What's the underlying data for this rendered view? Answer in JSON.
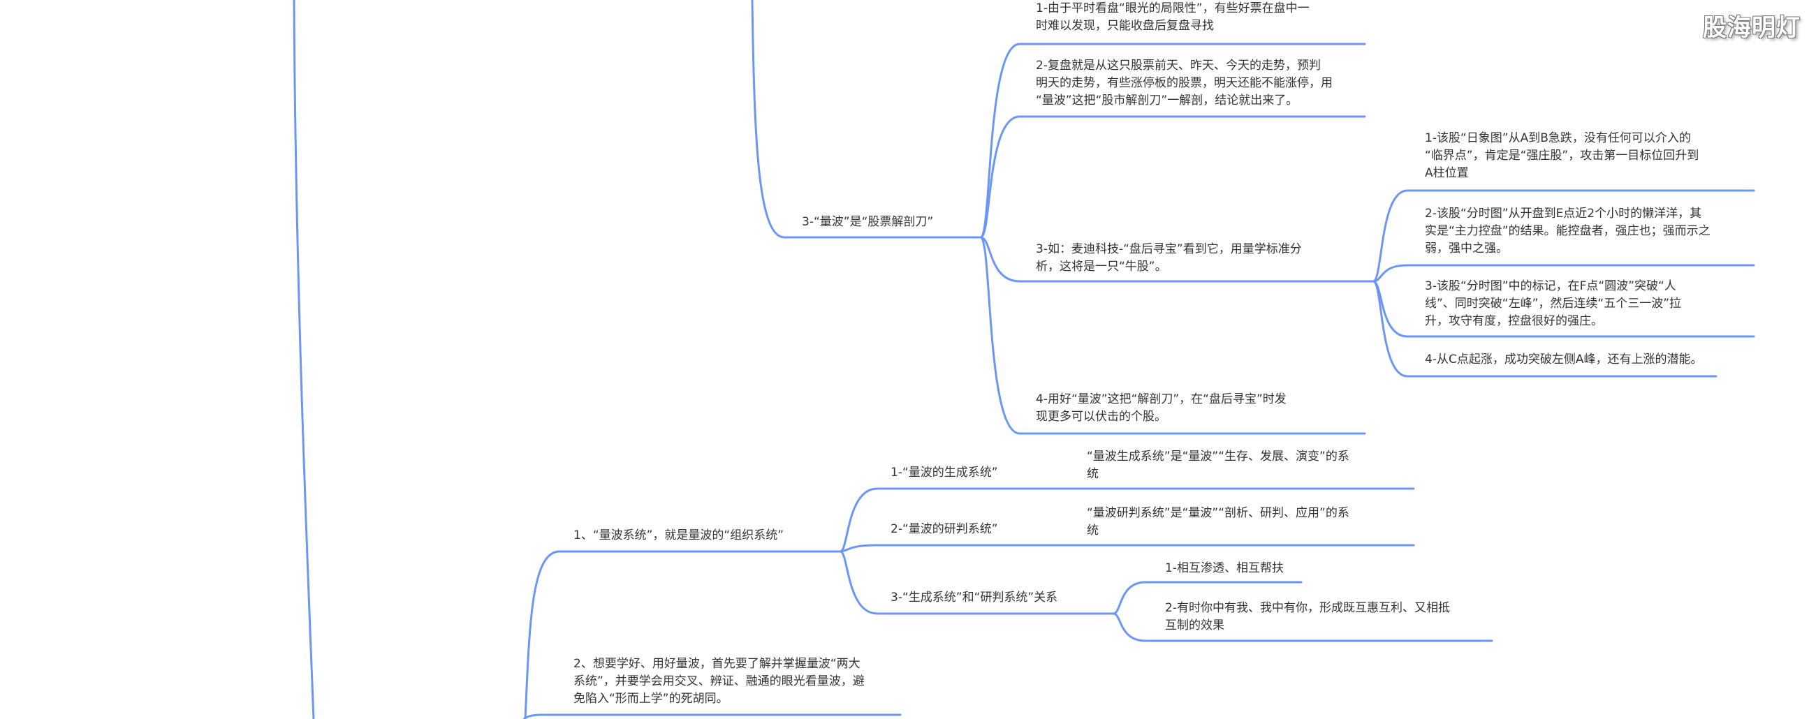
{
  "watermark": "股海明灯",
  "line_color": "#6b96f5",
  "branch_anatomy": {
    "title": "3-“量波”是“股票解剖刀”",
    "items": [
      {
        "lines": [
          "1-由于平时看盘“眼光的局限性”，有些好票在盘中一",
          "时难以发现，只能收盘后复盘寻找"
        ]
      },
      {
        "lines": [
          "2-复盘就是从这只股票前天、昨天、今天的走势，预判",
          "明天的走势，有些涨停板的股票，明天还能不能涨停，用",
          "“量波”这把“股市解剖刀”一解剖，结论就出来了。"
        ]
      },
      {
        "lines": [
          "3-如：麦迪科技-“盘后寻宝”看到它，用量学标准分",
          "析，这将是一只“牛股”。"
        ]
      },
      {
        "lines": [
          "4-用好“量波”这把“解剖刀”，在“盘后寻宝”时发",
          "现更多可以伏击的个股。"
        ]
      }
    ],
    "example_items": [
      {
        "lines": [
          "1-该股“日象图”从A到B急跌，没有任何可以介入的",
          "“临界点”，肯定是“强庄股”，攻击第一目标位回升到",
          "A柱位置"
        ]
      },
      {
        "lines": [
          "2-该股“分时图”从开盘到E点近2个小时的懒洋洋，其",
          "实是“主力控盘”的结果。能控盘者，强庄也；强而示之",
          "弱，强中之强。"
        ]
      },
      {
        "lines": [
          "3-该股“分时图”中的标记，在F点“圆波”突破“人",
          "线”、同时突破“左峰”，然后连续“五个三一波”拉",
          "升，攻守有度，控盘很好的强庄。"
        ]
      },
      {
        "lines": [
          "4-从C点起涨，成功突破左侧A峰，还有上涨的潜能。"
        ]
      }
    ]
  },
  "branch_system": {
    "title": "1、“量波系统”，就是量波的“组织系统”",
    "items": [
      {
        "label": "1-“量波的生成系统”",
        "detail": [
          "“量波生成系统”是“量波”“生存、发展、演变”的系",
          "统"
        ]
      },
      {
        "label": "2-“量波的研判系统”",
        "detail": [
          "“量波研判系统”是“量波”“剖析、研判、应用”的系",
          "统"
        ]
      },
      {
        "label": "3-“生成系统”和“研判系统”关系"
      }
    ],
    "relation_items": [
      {
        "lines": [
          "1-相互渗透、相互帮扶"
        ]
      },
      {
        "lines": [
          "2-有时你中有我、我中有你，形成既互惠互利、又相抵",
          "互制的效果"
        ]
      }
    ]
  },
  "branch_learn": {
    "lines": [
      "2、想要学好、用好量波，首先要了解并掌握量波“两大",
      "系统”，并要学会用交叉、辨证、融通的眼光看量波，避",
      "免陷入“形而上学”的死胡同。"
    ]
  }
}
